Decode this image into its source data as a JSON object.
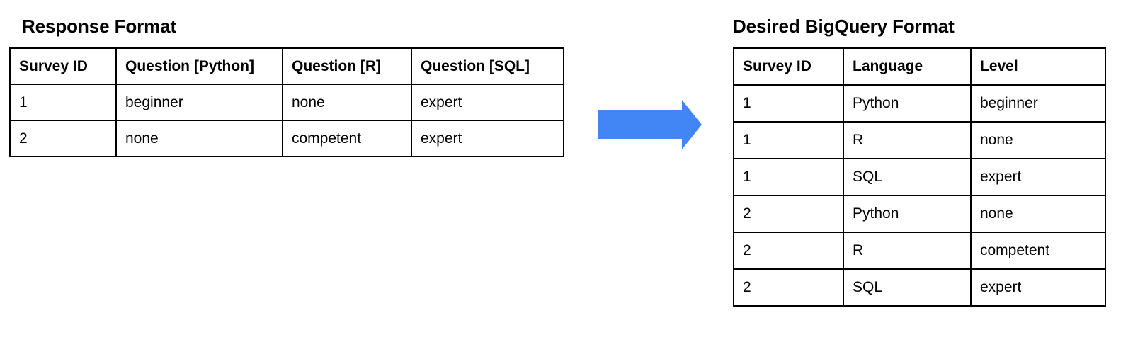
{
  "left_panel": {
    "title": "Response Format",
    "table": {
      "headers": [
        "Survey ID",
        "Question [Python]",
        "Question [R]",
        "Question [SQL]"
      ],
      "rows": [
        [
          "1",
          "beginner",
          "none",
          "expert"
        ],
        [
          "2",
          "none",
          "competent",
          "expert"
        ]
      ]
    }
  },
  "arrow": {
    "icon": "right-arrow-icon",
    "color": "#4285F4",
    "direction": "right"
  },
  "right_panel": {
    "title": "Desired BigQuery Format",
    "table": {
      "headers": [
        "Survey ID",
        "Language",
        "Level"
      ],
      "rows": [
        [
          "1",
          "Python",
          "beginner"
        ],
        [
          "1",
          "R",
          "none"
        ],
        [
          "1",
          "SQL",
          "expert"
        ],
        [
          "2",
          "Python",
          "none"
        ],
        [
          "2",
          "R",
          "competent"
        ],
        [
          "2",
          "SQL",
          "expert"
        ]
      ]
    }
  },
  "colors": {
    "background": "#FFFFFF",
    "text": "#000000",
    "border": "#000000",
    "accent": "#4285F4"
  }
}
